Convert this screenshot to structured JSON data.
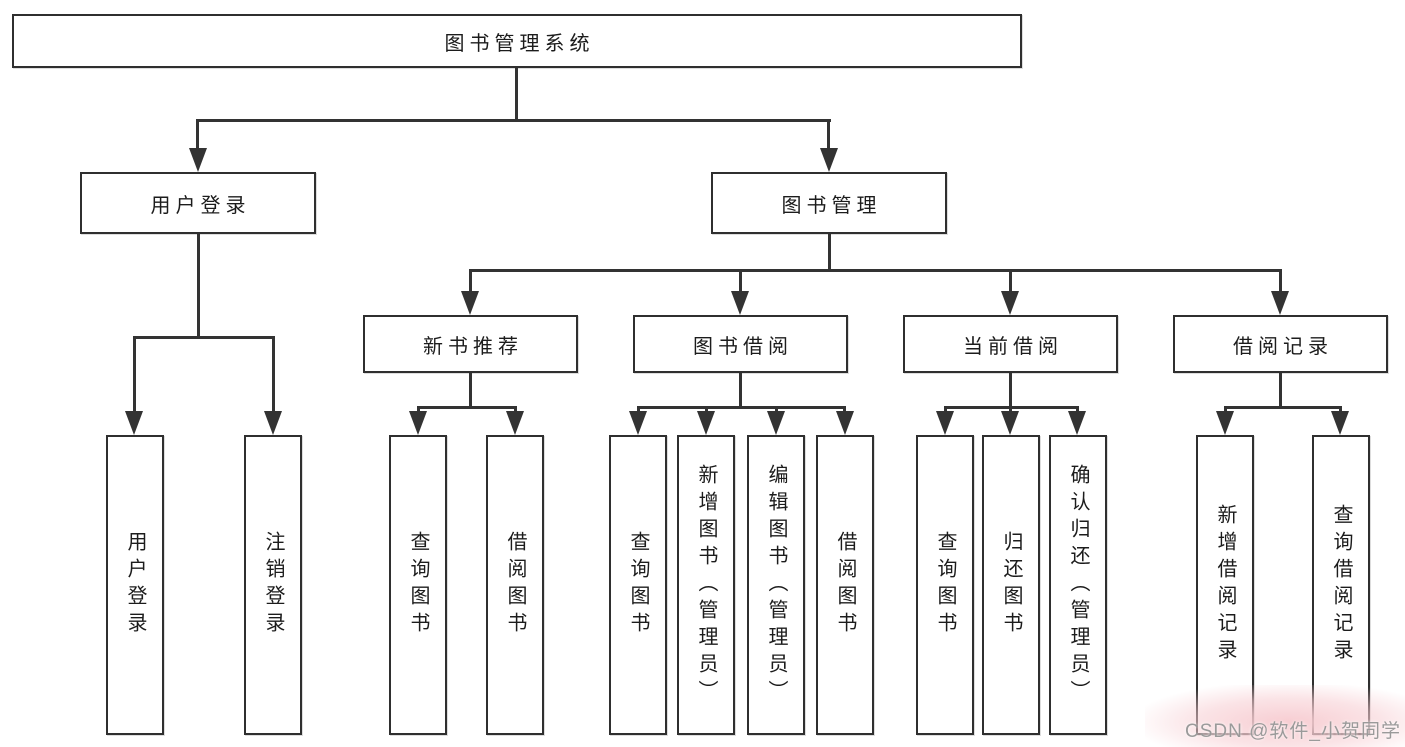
{
  "page": {
    "background": "#ffffff"
  },
  "colors": {
    "line": "#333333",
    "box_border": "#2f2f2f",
    "text": "#1c1c1c",
    "watermark_text": "#9a9a9a",
    "watermark_halo": "#f7cdd2"
  },
  "tree": {
    "root": {
      "label": "图书管理系统"
    },
    "user_login": {
      "label": "用户登录",
      "children": [
        {
          "label": "用户登录"
        },
        {
          "label": "注销登录"
        }
      ]
    },
    "book_mgmt": {
      "label": "图书管理",
      "sections": [
        {
          "label": "新书推荐",
          "children": [
            {
              "label": "查询图书"
            },
            {
              "label": "借阅图书"
            }
          ]
        },
        {
          "label": "图书借阅",
          "children": [
            {
              "label": "查询图书"
            },
            {
              "label": "新增图书（管理员）"
            },
            {
              "label": "编辑图书（管理员）"
            },
            {
              "label": "借阅图书"
            }
          ]
        },
        {
          "label": "当前借阅",
          "children": [
            {
              "label": "查询图书"
            },
            {
              "label": "归还图书"
            },
            {
              "label": "确认归还（管理员）"
            }
          ]
        },
        {
          "label": "借阅记录",
          "children": [
            {
              "label": "新增借阅记录"
            },
            {
              "label": "查询借阅记录"
            }
          ]
        }
      ]
    }
  },
  "watermark": {
    "text": "CSDN @软件_小贺同学"
  }
}
